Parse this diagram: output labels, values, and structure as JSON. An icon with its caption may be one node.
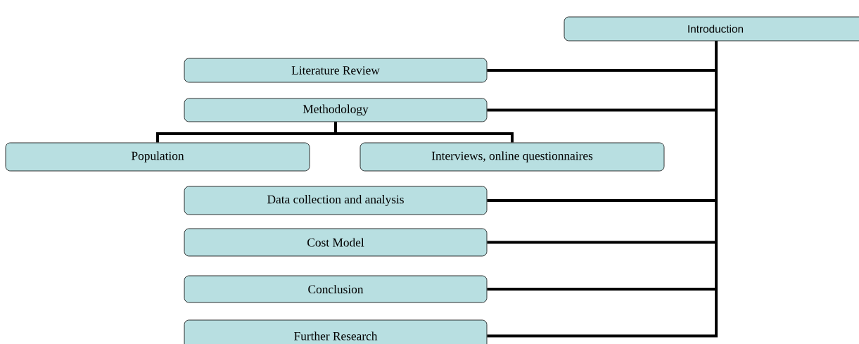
{
  "diagram": {
    "nodes": [
      {
        "text": [
          "Introduction"
        ]
      },
      {
        "text": [
          "Literature Review"
        ]
      },
      {
        "text": [
          "Methodology"
        ]
      },
      {
        "text": [
          "Population"
        ]
      },
      {
        "text": [
          "Interviews, online questionnaires"
        ]
      },
      {
        "text": [
          "Data collection and analysis"
        ]
      },
      {
        "text": [
          "Cost Model"
        ]
      },
      {
        "text": [
          "Conclusion"
        ]
      },
      {
        "text": [
          "Further Research"
        ]
      }
    ],
    "edges": [
      {
        "from": 0,
        "to": 1,
        "arrow": "none"
      },
      {
        "from": 0,
        "to": 2,
        "arrow": "none"
      },
      {
        "from": 2,
        "to": 3,
        "arrow": "none"
      },
      {
        "from": 2,
        "to": 4,
        "arrow": "none"
      },
      {
        "from": 0,
        "to": 5,
        "arrow": "none"
      },
      {
        "from": 0,
        "to": 6,
        "arrow": "none"
      },
      {
        "from": 0,
        "to": 7,
        "arrow": "none"
      },
      {
        "from": 0,
        "to": 8,
        "arrow": "none"
      }
    ]
  }
}
